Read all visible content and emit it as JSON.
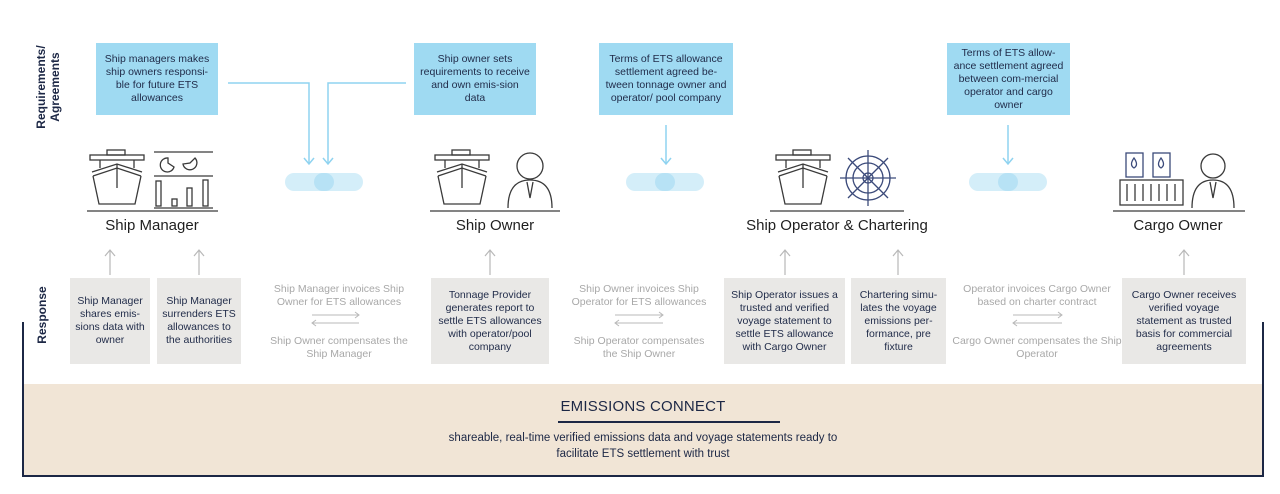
{
  "side_labels": {
    "requirements": "Requirements/ Agreements",
    "requirements_line1": "Requirements/",
    "requirements_line2": "Agreements",
    "response": "Response"
  },
  "requirements": [
    {
      "id": "ship-manager-req",
      "text": "Ship managers makes ship owners responsi-ble for future ETS allowances"
    },
    {
      "id": "ship-owner-req",
      "text": "Ship owner  sets requirements to receive and own emis-sion data"
    },
    {
      "id": "tonnage-operator-req",
      "text": "Terms of ETS allowance settlement agreed be-tween tonnage owner and operator/ pool company"
    },
    {
      "id": "operator-cargo-req",
      "text": "Terms of ETS allow-ance settlement agreed between com-mercial operator and cargo owner"
    }
  ],
  "actors": [
    {
      "id": "ship-manager",
      "label": "Ship Manager",
      "icons": [
        "ship-icon",
        "analytics-chart-icon"
      ]
    },
    {
      "id": "ship-owner",
      "label": "Ship Owner",
      "icons": [
        "ship-icon",
        "person-icon"
      ]
    },
    {
      "id": "ship-operator",
      "label": "Ship Operator & Chartering",
      "icons": [
        "ship-icon",
        "ship-wheel-icon"
      ]
    },
    {
      "id": "cargo-owner",
      "label": "Cargo Owner",
      "icons": [
        "cargo-container-icon",
        "person-icon"
      ]
    }
  ],
  "responses": [
    {
      "id": "sm-shares",
      "text": "Ship Manager shares emis-sions data with owner"
    },
    {
      "id": "sm-surrenders",
      "text": "Ship Manager surrenders ETS allowances to the authorities"
    },
    {
      "id": "tonnage-provider",
      "text": "Tonnage Provider generates report to settle ETS allowances with operator/pool company"
    },
    {
      "id": "operator-issues",
      "text": "Ship Operator issues a trusted and verified voyage statement to settle ETS allowance with Cargo Owner"
    },
    {
      "id": "chartering-simulates",
      "text": "Chartering simu-lates the voyage emissions per-formance, pre fixture"
    },
    {
      "id": "cargo-receives",
      "text": "Cargo Owner receives verified voyage statement as trusted basis for commercial agreements"
    }
  ],
  "flows": [
    {
      "invoice": "Ship Manager invoices Ship Owner for ETS allowances",
      "compensate": "Ship Owner compensates the Ship Manager"
    },
    {
      "invoice": "Ship Owner invoices Ship Operator for ETS allowances",
      "compensate": "Ship Operator compensates the Ship Owner"
    },
    {
      "invoice": "Operator invoices Cargo Owner based on charter contract",
      "compensate": "Cargo Owner compensates the Ship Operator"
    }
  ],
  "footer": {
    "title": "EMISSIONS CONNECT",
    "description_line1": "shareable, real-time verified emissions data and voyage statements ready to",
    "description_line2": "facilitate ETS settlement with trust"
  },
  "colors": {
    "requirement_box": "#9fdaf2",
    "response_box": "#e9e8e6",
    "connector": "#8fd3f0",
    "navy": "#1c2745",
    "band": "#f1e5d6"
  }
}
